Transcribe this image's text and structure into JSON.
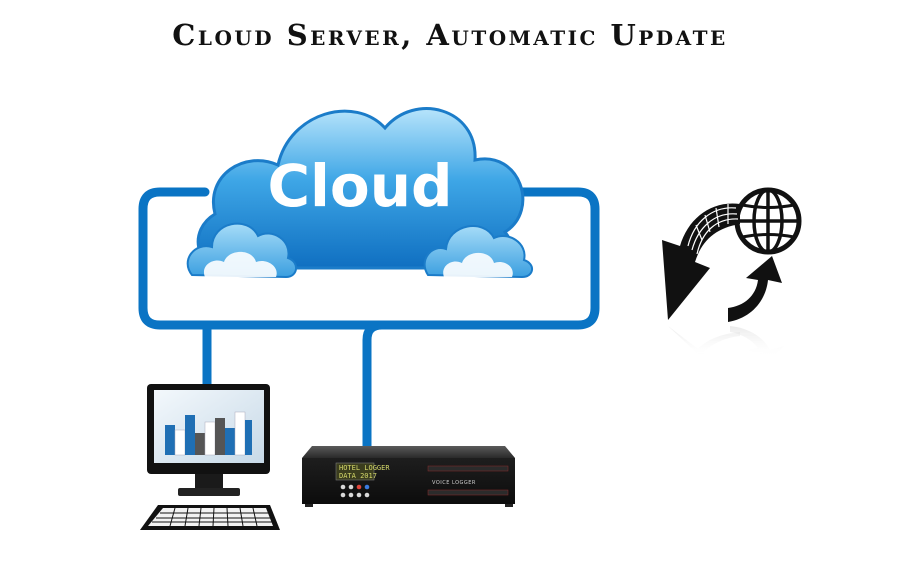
{
  "page": {
    "title": "Cloud Server, Automatic Update"
  },
  "cloud": {
    "label": "Cloud"
  },
  "device": {
    "panel_label": "VOICE LOGGER",
    "lcd_line1": "HOTEL LOGGER",
    "lcd_line2": "DATA 2017"
  },
  "colors": {
    "network_blue": "#0a74c4",
    "cloud_light": "#bfe6fb",
    "cloud_dark": "#1177c7"
  },
  "icons": [
    "cloud-icon",
    "monitor-icon",
    "keyboard-icon",
    "voice-logger-device",
    "globe-icon",
    "sync-arrows-icon"
  ]
}
